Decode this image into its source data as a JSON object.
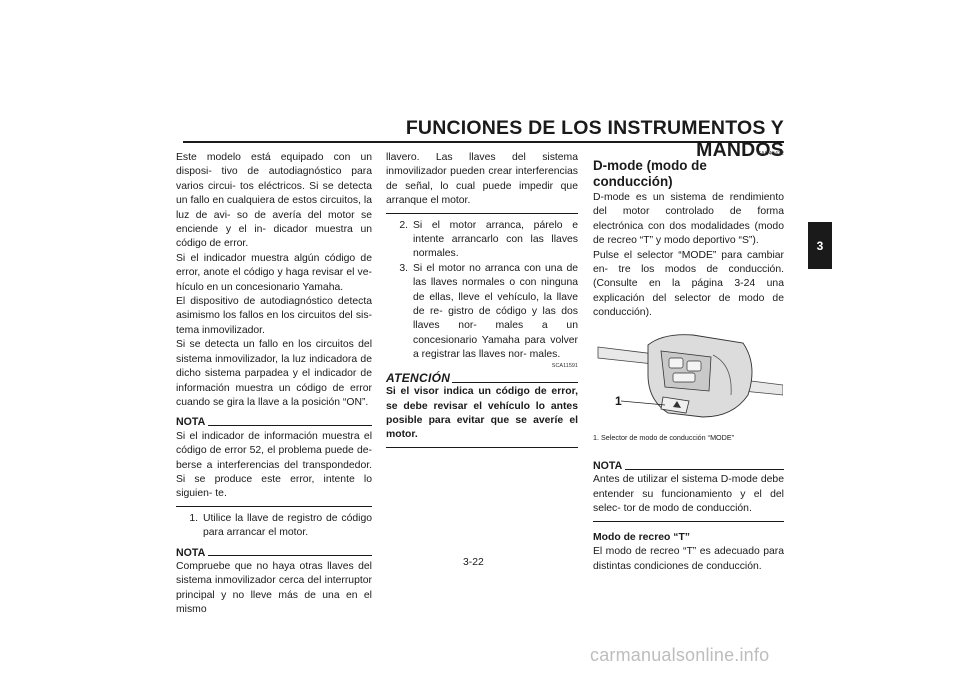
{
  "header": {
    "title": "FUNCIONES DE LOS INSTRUMENTOS Y MANDOS",
    "chapter_tab": "3"
  },
  "col1": {
    "para1": "Este modelo está equipado con un disposi- tivo de autodiagnóstico para varios circui- tos eléctricos. Si se detecta un fallo en cualquiera de estos circuitos, la luz de avi- so de avería del motor se enciende y el in- dicador muestra un código de error.",
    "para2": "Si el indicador muestra algún código de error, anote el código y haga revisar el ve- hículo en un concesionario Yamaha.",
    "para3": "El dispositivo de autodiagnóstico detecta asimismo los fallos en los circuitos del sis- tema inmovilizador.",
    "para4": "Si se detecta un fallo en los circuitos del sistema inmovilizador, la luz indicadora de dicho sistema parpadea y el indicador de información muestra un código de error cuando se gira la llave a la posición “ON”.",
    "nota1_label": "NOTA",
    "nota1_text": "Si el indicador de información muestra el código de error 52, el problema puede de- berse a interferencias del transpondedor. Si se produce este error, intente lo siguien- te.",
    "step1_num": "1.",
    "step1_text": "Utilice la llave de registro de código para arrancar el motor.",
    "nota2_label": "NOTA",
    "nota2_text": "Compruebe que no haya otras llaves del sistema inmovilizador cerca del interruptor principal y no lleve más de una en el mismo"
  },
  "col2": {
    "para1": "llavero. Las llaves del sistema inmovilizador pueden crear interferencias de señal, lo cual puede impedir que arranque el motor.",
    "step2_num": "2.",
    "step2_text": "Si el motor arranca, párelo e intente arrancarlo con las llaves normales.",
    "step3_num": "3.",
    "step3_text": "Si el motor no arranca con una de las llaves normales o con ninguna de ellas, lleve el vehículo, la llave de re- gistro de código y las dos llaves nor- males a un concesionario Yamaha para volver a registrar las llaves nor- males.",
    "code": "SCA11591",
    "atencion_label": "ATENCIÓN",
    "atencion_text": "Si el visor indica un código de error, se debe revisar el vehículo lo antes posible para evitar que se averíe el motor."
  },
  "col3": {
    "code": "SAU49432",
    "section_title": "D-mode (modo de conducción)",
    "para1": "D-mode es un sistema de rendimiento del motor controlado de forma electrónica con dos modalidades (modo de recreo “T” y modo deportivo “S”).",
    "para2": "Pulse el selector “MODE” para cambiar en- tre los modos de conducción. (Consulte en la página 3-24 una explicación del selector de modo de conducción).",
    "figure_callout": "1",
    "figure_caption": "1. Selector de modo de conducción “MODE”",
    "nota_label": "NOTA",
    "nota_text": "Antes de utilizar el sistema D-mode debe entender su funcionamiento y el del selec- tor de modo de conducción.",
    "subhead": "Modo de recreo “T”",
    "para3": "El modo de recreo “T” es adecuado para distintas condiciones de conducción."
  },
  "footer": {
    "page_number": "3-22",
    "watermark": "carmanualsonline.info"
  }
}
